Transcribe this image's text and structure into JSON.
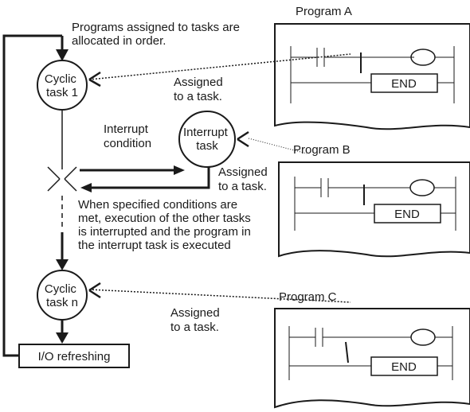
{
  "note_allocation": [
    "Programs assigned to tasks are",
    "allocated in order."
  ],
  "cyclic_task_1": [
    "Cyclic",
    "task 1"
  ],
  "interrupt_task": [
    "Interrupt",
    "task"
  ],
  "cyclic_task_n": [
    "Cyclic",
    "task n"
  ],
  "interrupt_condition": [
    "Interrupt",
    "condition"
  ],
  "note_interrupt": [
    "When specified conditions are",
    "met, execution of the other tasks",
    "is interrupted and the program in",
    "the interrupt task is executed"
  ],
  "io_refreshing": "I/O refreshing",
  "assigned_a": [
    "Assigned",
    "to a task."
  ],
  "assigned_b": [
    "Assigned",
    "to a task."
  ],
  "assigned_c": [
    "Assigned",
    "to a task."
  ],
  "programs": {
    "a": {
      "title": "Program A",
      "end_label": "END"
    },
    "b": {
      "title": "Program B",
      "end_label": "END"
    },
    "c": {
      "title": "Program C",
      "end_label": "END"
    }
  }
}
